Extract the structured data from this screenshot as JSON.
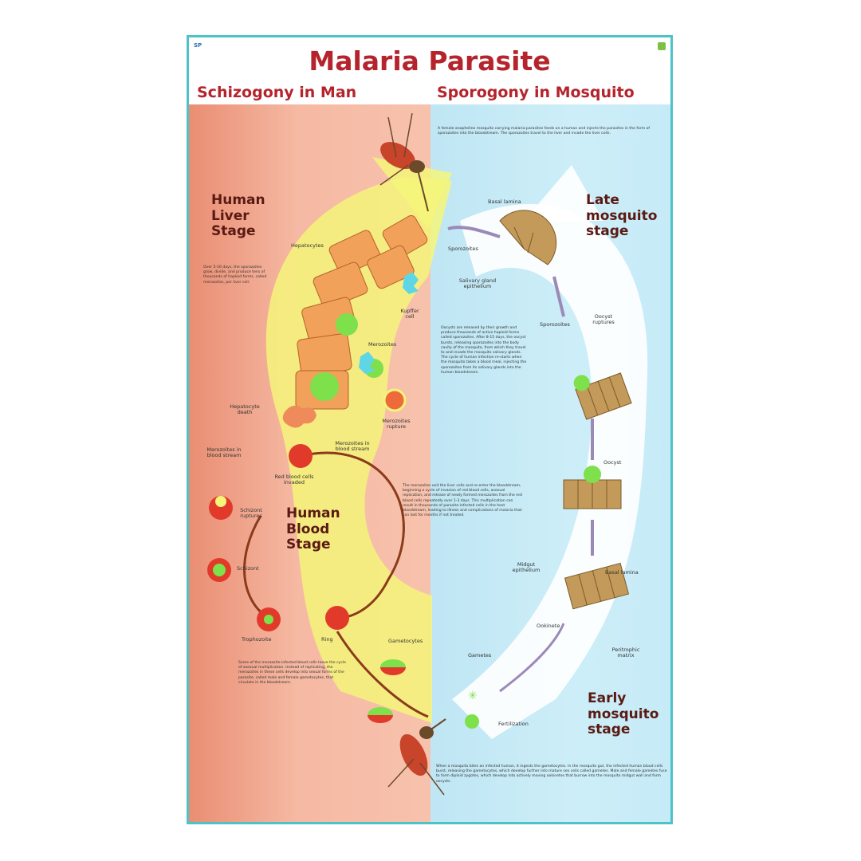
{
  "header": {
    "logo": "SP",
    "title": "Malaria Parasite",
    "subtitle_left": "Schizogony in Man",
    "subtitle_right": "Sporogony in Mosquito"
  },
  "stages": {
    "liver": [
      "Human",
      "Liver",
      "Stage"
    ],
    "blood": [
      "Human",
      "Blood",
      "Stage"
    ],
    "late_mosquito": [
      "Late",
      "mosquito",
      "stage"
    ],
    "early_mosquito": [
      "Early",
      "mosquito",
      "stage"
    ]
  },
  "labels": {
    "hepatocytes": "Hepatocytes",
    "kupffer_cell": "Kupffer cell",
    "merozoites": "Merozoites",
    "hepatocyte_death": "Hepatocyte death",
    "merozoites_rupture": "Merozoites rupture",
    "merozoites_blood_left": "Merozoites in blood stream",
    "merozoites_blood_right": "Merozoites in blood stream",
    "rbc_invaded": "Red blood cells invaded",
    "schizont_ruptures": "Schizont ruptures",
    "schizont": "Schizont",
    "trophozoite": "Trophozoite",
    "ring": "Ring",
    "gametocytes": "Gametocytes",
    "basal_lamina_top": "Basal lamina",
    "sporozoites_top": "Sporozoites",
    "salivary_gland": "Salivary gland epithelium",
    "sporozoites_mid": "Sporozoites",
    "oocyst_ruptures": "Oocyst ruptures",
    "oocyst": "Oocyst",
    "midgut_epithelium": "Midgut epithelium",
    "basal_lamina_bottom": "Basal lamina",
    "ookinete": "Ookinete",
    "peritrophic_matrix": "Peritrophic matrix",
    "gametes": "Gametes",
    "fertilization": "Fertilization"
  },
  "paragraphs": {
    "top_right": "A female anopheline mosquito carrying malaria-parasites feeds on a human and injects the parasites in the form of sporozoites into the bloodstream. The sporozoites travel to the liver and invade the liver cells.",
    "liver": "Over 5-16 days, the sporozoites grow, divide, and produce tens of thousands of haploid forms, called merozoites, per liver cell.",
    "mosquito_mid": "Oocysts are released by their growth and produce thousands of active haploid forms called sporozoites. After 8-15 days, the oocyst bursts, releasing sporozoites into the body cavity of the mosquito, from which they travel to and invade the mosquito salivary glands. The cycle of human infection re-starts when the mosquito takes a blood meal, injecting the sporozoites from its salivary glands into the human bloodstream.",
    "blood": "The merozoites exit the liver cells and re-enter the bloodstream, beginning a cycle of invasion of red blood cells, asexual replication, and release of newly formed merozoites from the red blood cells repeatedly over 1-3 days. This multiplication can result in thousands of parasite-infected cells in the host bloodstream, leading to illness and complications of malaria that can last for months if not treated.",
    "gametocyte": "Some of the merozoite-infected blood cells leave the cycle of asexual multiplication. Instead of replicating, the merozoites in these cells develop into sexual forms of the parasite, called male and female gametocytes, that circulate in the bloodstream.",
    "bottom_right": "When a mosquito bites an infected human, it ingests the gametocytes. In the mosquito gut, the infected human blood cells burst, releasing the gametocytes, which develop further into mature sex cells called gametes. Male and female gametes fuse to form diploid zygotes, which develop into actively moving ookinetes that burrow into the mosquito midgut wall and form oocysts."
  },
  "colors": {
    "title_red": "#b5242c",
    "border_teal": "#4cc3c9",
    "human_side": "#f4b29b",
    "mosquito_side": "#c6ebf7",
    "highlight_yellow": "#f4f57a",
    "cell_green": "#7ee04a",
    "cell_red": "#e23a2a",
    "tissue_brown": "#c49a5a"
  }
}
